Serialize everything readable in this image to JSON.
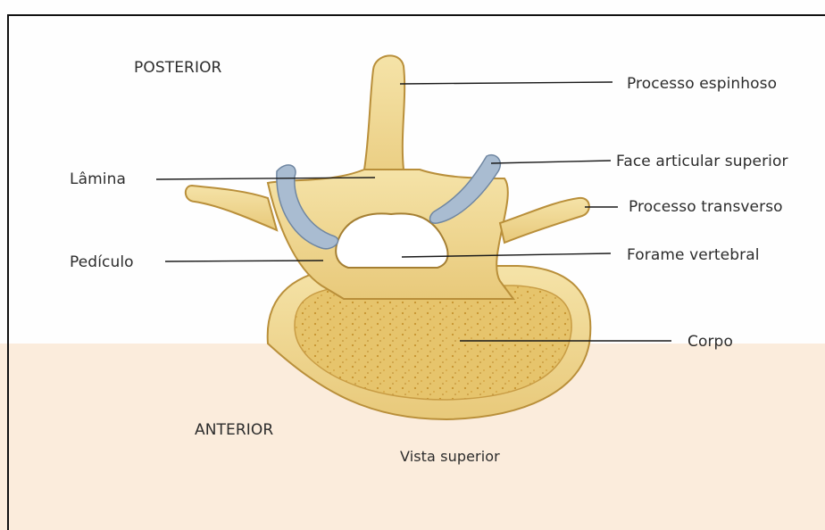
{
  "labels": {
    "posterior": "POSTERIOR",
    "anterior": "ANTERIOR",
    "processo_espinhoso": "Processo espinhoso",
    "face_articular": "Face articular superior",
    "processo_transverso": "Processo transverso",
    "forame_vertebral": "Forame vertebral",
    "corpo": "Corpo",
    "lamina": "Lâmina",
    "pediculo": "Pedículo",
    "caption": "Vista superior"
  },
  "colors": {
    "bone": "#f1d88e",
    "bone_dark": "#c9a14e",
    "cartilage": "#9fb4cc",
    "body_fill": "#e3c16a",
    "band": "#fbecdc"
  }
}
